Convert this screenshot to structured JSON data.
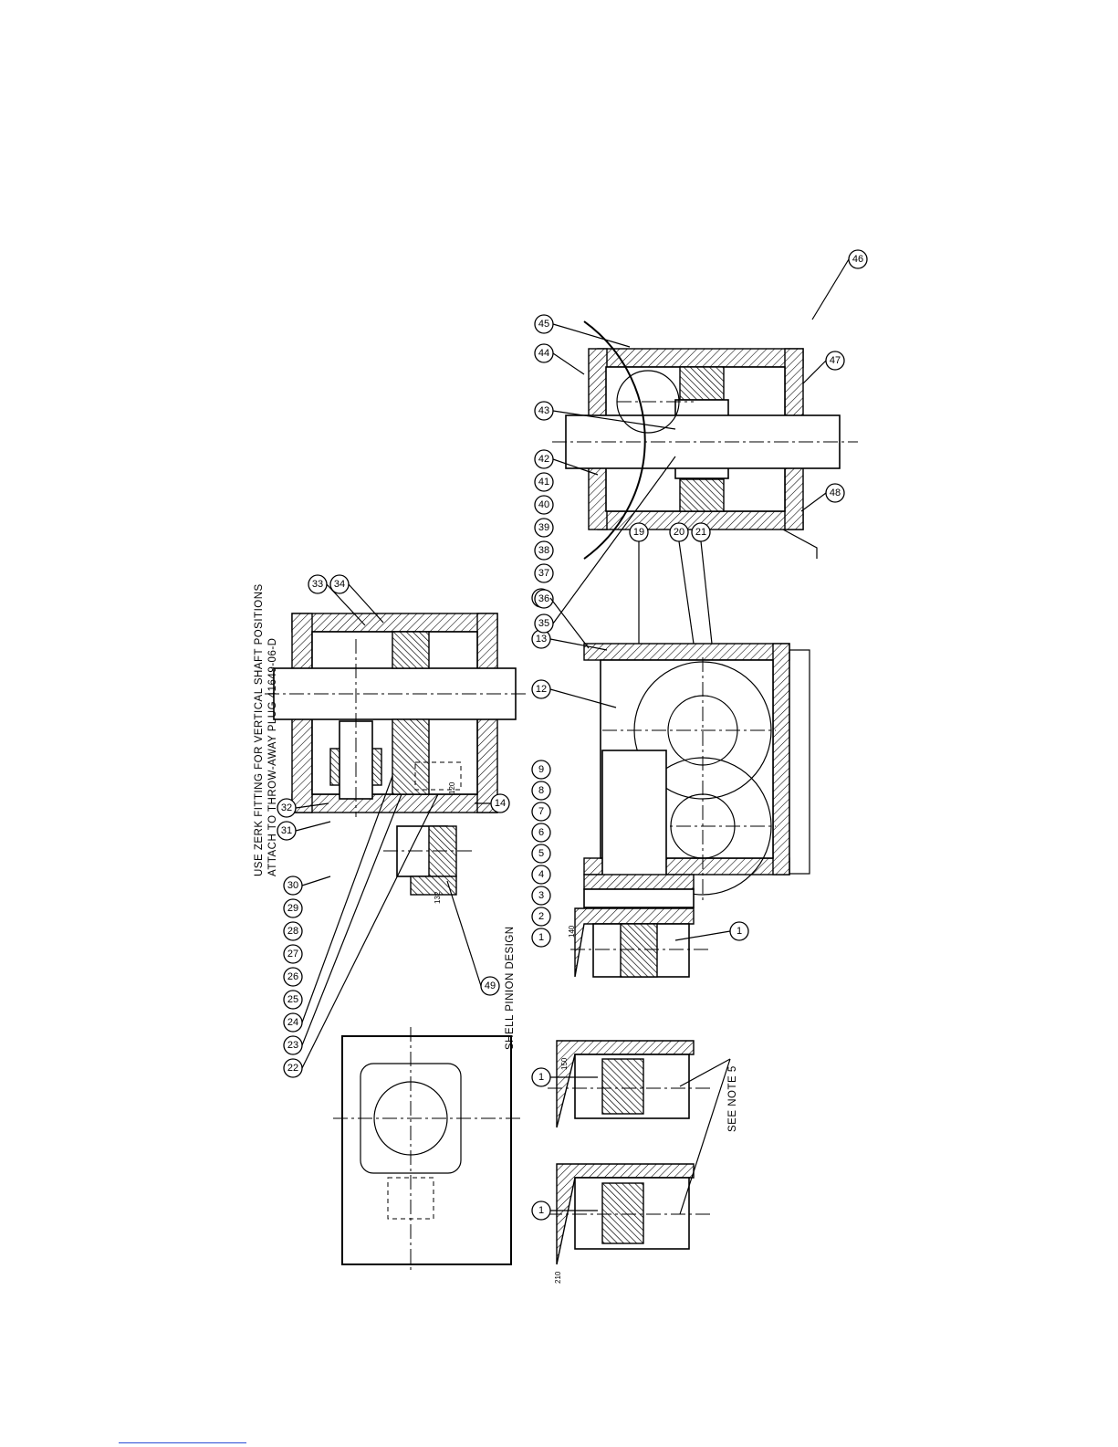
{
  "notes": {
    "zerk_line1": "USE ZERK FITTING FOR VERTICAL SHAFT POSITIONS",
    "zerk_line2": "ATTACH TO THROW-AWAY PLUG 41649-06-D",
    "shell_pinion": "SHELL PINION DESIGN",
    "see_note": "SEE NOTE 5"
  },
  "callouts": {
    "top_section": [
      "33",
      "34",
      "32",
      "31",
      "14",
      "30",
      "29",
      "28",
      "27",
      "26",
      "25",
      "24",
      "23",
      "22",
      "49"
    ],
    "side_section": [
      "1",
      "2",
      "3",
      "4",
      "5",
      "6",
      "7",
      "8",
      "9",
      "12",
      "13",
      "15",
      "19",
      "20",
      "21",
      "1"
    ],
    "variants": [
      "1",
      "1"
    ],
    "output_section": [
      "46",
      "45",
      "44",
      "43",
      "42",
      "41",
      "40",
      "39",
      "38",
      "37",
      "36",
      "35",
      "47",
      "48"
    ]
  },
  "dims": {
    "d140": "140",
    "d150": "150",
    "d132": "132",
    "d120": "120",
    "d210": "210"
  },
  "colors": {
    "ink": "#000000",
    "footer_rule": "#2b4dd6"
  }
}
